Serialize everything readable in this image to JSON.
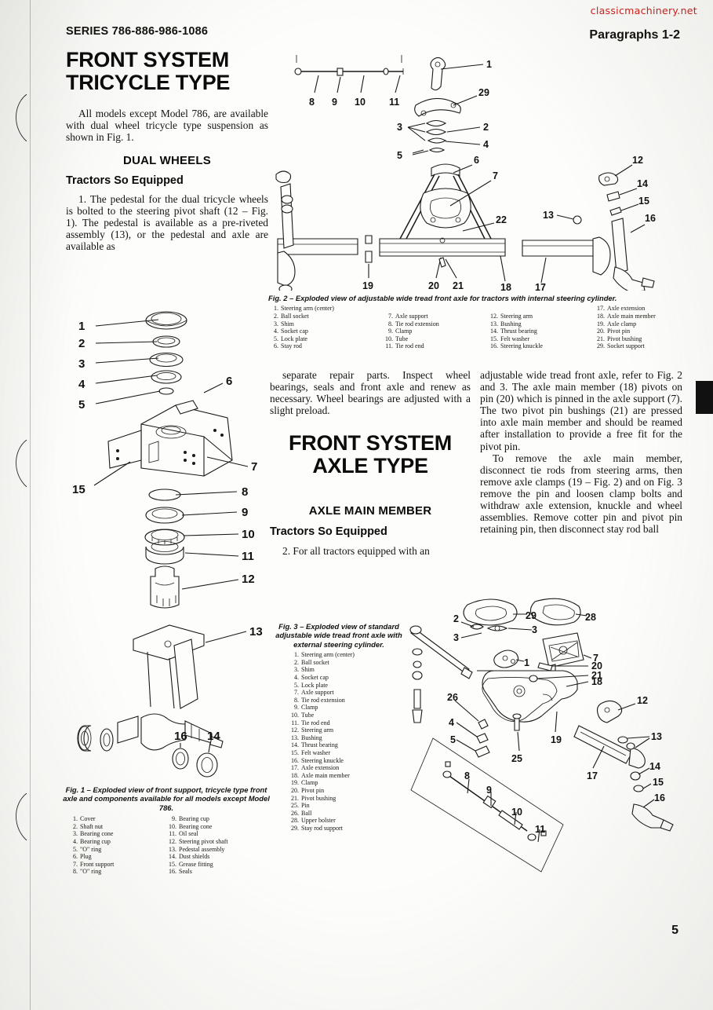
{
  "watermark": "classicmachinery.net",
  "header": {
    "series": "SERIES 786-886-986-1086",
    "paragraphs": "Paragraphs 1-2"
  },
  "page_number": "5",
  "left_column": {
    "title_line1": "FRONT SYSTEM",
    "title_line2": "TRICYCLE TYPE",
    "intro": "All models except Model 786, are available with dual wheel tricycle type suspension as shown in Fig. 1.",
    "section_head": "DUAL WHEELS",
    "sub_head": "Tractors So Equipped",
    "para1": "1. The pedestal for the dual tricycle wheels is bolted to the steering pivot shaft (12 – Fig. 1). The pedestal is available as a pre-riveted assembly (13), or the pedestal and axle are available as"
  },
  "middle_column": {
    "para_cont": "separate repair parts. Inspect wheel bearings, seals and front axle and renew as necessary. Wheel bearings are adjusted with a slight preload.",
    "title_line1": "FRONT SYSTEM",
    "title_line2": "AXLE TYPE",
    "section_head": "AXLE MAIN MEMBER",
    "sub_head": "Tractors So Equipped",
    "para2": "2. For all tractors equipped with an"
  },
  "right_column": {
    "para2_cont": "adjustable wide tread front axle, refer to Fig. 2 and 3. The axle main member (18) pivots on pin (20) which is pinned in the axle support (7). The two pivot pin bushings (21) are pressed into axle main member and should be reamed after installation to provide a free fit for the pivot pin.",
    "para3": "To remove the axle main member, disconnect tie rods from steering arms, then remove axle clamps (19 – Fig. 2) and on Fig. 3 remove the pin and loosen clamp bolts and withdraw axle extension, knuckle and wheel assemblies. Remove cotter pin and pivot pin retaining pin, then disconnect stay rod ball"
  },
  "fig1": {
    "caption": "Fig. 1 – Exploded view of front support, tricycle type front axle and components available for all models except Model 786.",
    "parts_col1": [
      {
        "n": "1.",
        "label": "Cover"
      },
      {
        "n": "2.",
        "label": "Shaft nut"
      },
      {
        "n": "3.",
        "label": "Bearing cone"
      },
      {
        "n": "4.",
        "label": "Bearing cup"
      },
      {
        "n": "5.",
        "label": "\"O\" ring"
      },
      {
        "n": "6.",
        "label": "Plug"
      },
      {
        "n": "7.",
        "label": "Front support"
      },
      {
        "n": "8.",
        "label": "\"O\" ring"
      }
    ],
    "parts_col2": [
      {
        "n": "9.",
        "label": "Bearing cup"
      },
      {
        "n": "10.",
        "label": "Bearing cone"
      },
      {
        "n": "11.",
        "label": "Oil seal"
      },
      {
        "n": "12.",
        "label": "Steering pivot shaft"
      },
      {
        "n": "13.",
        "label": "Pedestal assembly"
      },
      {
        "n": "14.",
        "label": "Dust shields"
      },
      {
        "n": "15.",
        "label": "Grease fitting"
      },
      {
        "n": "16.",
        "label": "Seals"
      }
    ],
    "callouts": [
      "1",
      "2",
      "3",
      "4",
      "5",
      "6",
      "7",
      "8",
      "9",
      "10",
      "11",
      "12",
      "13",
      "14",
      "15",
      "16"
    ]
  },
  "fig2": {
    "caption": "Fig. 2 – Exploded view of adjustable wide tread front axle for tractors with internal steering cylinder.",
    "parts_col1": [
      {
        "n": "1.",
        "label": "Steering arm (center)"
      },
      {
        "n": "2.",
        "label": "Ball socket"
      },
      {
        "n": "3.",
        "label": "Shim"
      },
      {
        "n": "4.",
        "label": "Socket cap"
      },
      {
        "n": "5.",
        "label": "Lock plate"
      },
      {
        "n": "6.",
        "label": "Stay rod"
      }
    ],
    "parts_col2": [
      {
        "n": "7.",
        "label": "Axle support"
      },
      {
        "n": "8.",
        "label": "Tie rod extension"
      },
      {
        "n": "9.",
        "label": "Clamp"
      },
      {
        "n": "10.",
        "label": "Tube"
      },
      {
        "n": "11.",
        "label": "Tie rod end"
      }
    ],
    "parts_col3": [
      {
        "n": "12.",
        "label": "Steering arm"
      },
      {
        "n": "13.",
        "label": "Bushing"
      },
      {
        "n": "14.",
        "label": "Thrust bearing"
      },
      {
        "n": "15.",
        "label": "Felt washer"
      },
      {
        "n": "16.",
        "label": "Steering knuckle"
      }
    ],
    "parts_col4": [
      {
        "n": "17.",
        "label": "Axle extension"
      },
      {
        "n": "18.",
        "label": "Axle main member"
      },
      {
        "n": "19.",
        "label": "Axle clamp"
      },
      {
        "n": "20.",
        "label": "Pivot pin"
      },
      {
        "n": "21.",
        "label": "Pivot bushing"
      },
      {
        "n": "29.",
        "label": "Socket support"
      }
    ],
    "callouts": [
      "1",
      "2",
      "3",
      "4",
      "5",
      "6",
      "7",
      "8",
      "9",
      "10",
      "11",
      "12",
      "13",
      "14",
      "15",
      "16",
      "17",
      "18",
      "19",
      "20",
      "21",
      "22",
      "29"
    ]
  },
  "fig3": {
    "caption": "Fig. 3 – Exploded view of standard adjustable wide tread front axle with external steering cylinder.",
    "parts": [
      {
        "n": "1.",
        "label": "Steering arm (center)"
      },
      {
        "n": "2.",
        "label": "Ball socket"
      },
      {
        "n": "3.",
        "label": "Shim"
      },
      {
        "n": "4.",
        "label": "Socket cap"
      },
      {
        "n": "5.",
        "label": "Lock plate"
      },
      {
        "n": "7.",
        "label": "Axle support"
      },
      {
        "n": "8.",
        "label": "Tie rod extension"
      },
      {
        "n": "9.",
        "label": "Clamp"
      },
      {
        "n": "10.",
        "label": "Tube"
      },
      {
        "n": "11.",
        "label": "Tie rod end"
      },
      {
        "n": "12.",
        "label": "Steering arm"
      },
      {
        "n": "13.",
        "label": "Bushing"
      },
      {
        "n": "14.",
        "label": "Thrust bearing"
      },
      {
        "n": "15.",
        "label": "Felt washer"
      },
      {
        "n": "16.",
        "label": "Steering knuckle"
      },
      {
        "n": "17.",
        "label": "Axle extension"
      },
      {
        "n": "18.",
        "label": "Axle main member"
      },
      {
        "n": "19.",
        "label": "Clamp"
      },
      {
        "n": "20.",
        "label": "Pivot pin"
      },
      {
        "n": "21.",
        "label": "Pivot bushing"
      },
      {
        "n": "25.",
        "label": "Pin"
      },
      {
        "n": "26.",
        "label": "Ball"
      },
      {
        "n": "28.",
        "label": "Upper bolster"
      },
      {
        "n": "29.",
        "label": "Stay rod support"
      }
    ],
    "callouts": [
      "1",
      "2",
      "3",
      "4",
      "5",
      "7",
      "8",
      "9",
      "10",
      "11",
      "12",
      "13",
      "14",
      "15",
      "16",
      "17",
      "18",
      "19",
      "20",
      "21",
      "25",
      "26",
      "28",
      "29"
    ]
  },
  "colors": {
    "paper": "#fdfdfb",
    "ink": "#14120e",
    "watermark_red": "#d4201c"
  }
}
